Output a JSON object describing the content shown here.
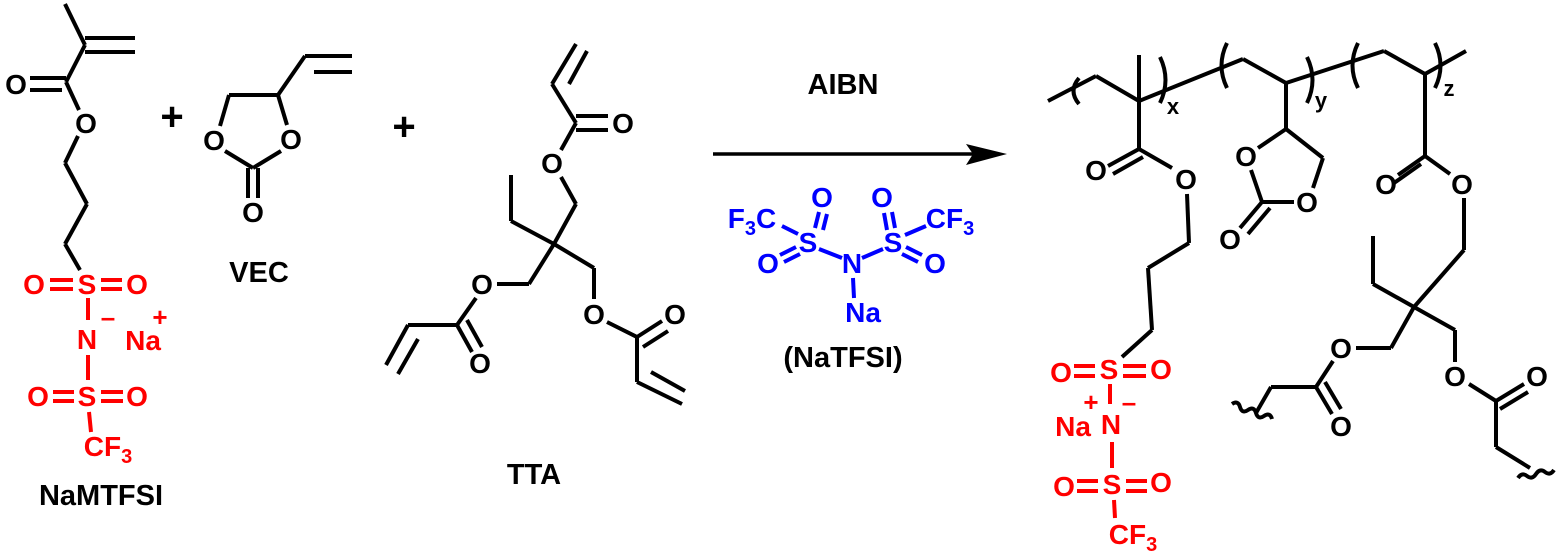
{
  "compounds": {
    "monomer_sulfonimide": "NaMTFSI",
    "monomer_carbonate": "VEC",
    "crosslinker": "TTA",
    "salt": "(NaTFSI)"
  },
  "reaction": {
    "plus": "+",
    "initiator": "AIBN"
  },
  "atoms": {
    "O": "O",
    "S": "S",
    "N": "N",
    "Na": "Na",
    "CF": "CF",
    "F": "F",
    "C": "C",
    "sub3": "3"
  },
  "charges": {
    "plus": "+",
    "minus": "–"
  },
  "polymer": {
    "repeat_subscripts": [
      "x",
      "y",
      "z"
    ]
  },
  "colors": {
    "bond": "#000000",
    "anion": "#ff0000",
    "salt": "#0000ff"
  }
}
